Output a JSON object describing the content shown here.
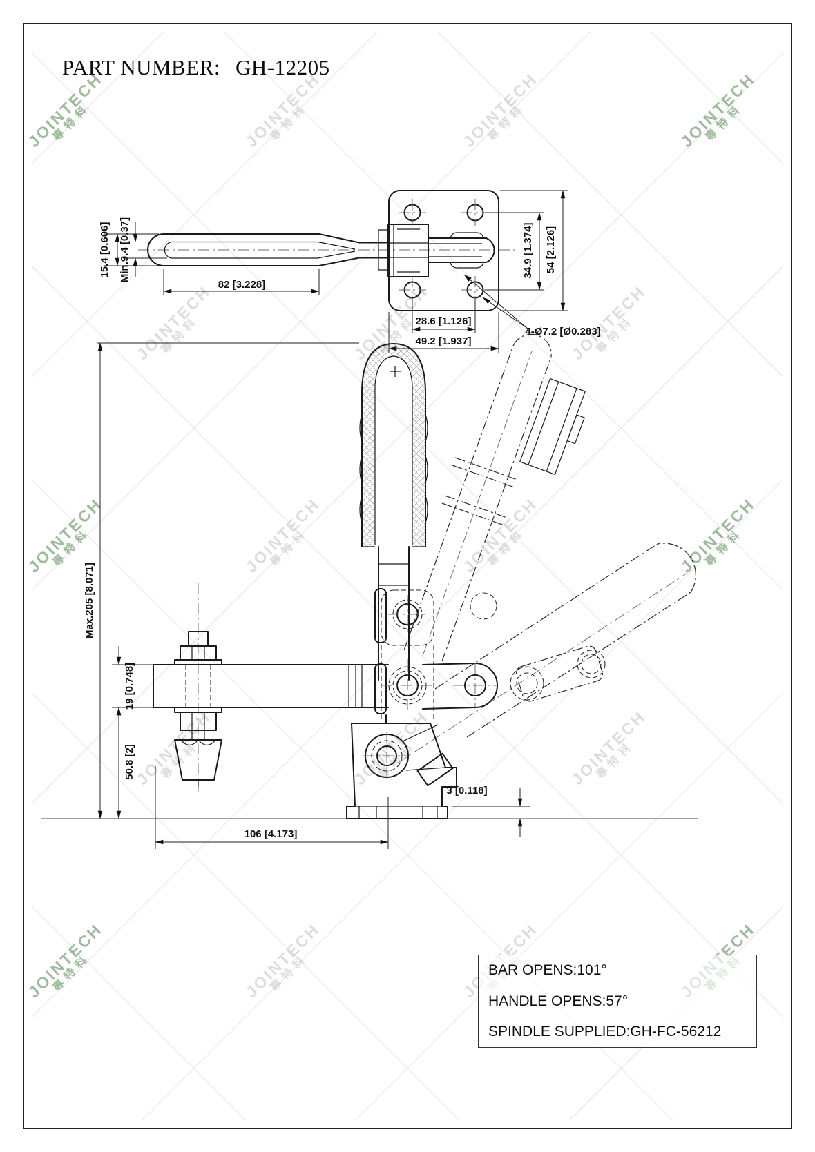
{
  "page": {
    "title_label": "PART NUMBER:",
    "title_value": "GH-12205"
  },
  "watermark": {
    "text": "JOINTECH",
    "subtext": "專特科",
    "edge_color": "#8fae8c",
    "faint_color": "#b9bfb8"
  },
  "colors": {
    "line": "#1a1a1a",
    "centerline": "#6e6e6e",
    "dim_text": "#111111"
  },
  "top_view": {
    "dims": {
      "bar_width_outer": "15.4 [0.606]",
      "bar_width_inner": "Min.9.4 [0.37]",
      "bar_length": "82 [3.228]",
      "hole_span_vertical": "34.9 [1.374]",
      "plate_height": "54 [2.126]",
      "hole_span_horizontal": "28.6 [1.126]",
      "plate_width": "49.2 [1.937]",
      "mounting_holes": "4-Ø7.2 [Ø0.283]"
    }
  },
  "main_view": {
    "dims": {
      "max_height": "Max.205 [8.071]",
      "arm_thickness": "19 [0.748]",
      "arm_clearance": "50.8 [2]",
      "base_length": "106 [4.173]",
      "flange_thickness": "3 [0.118]"
    }
  },
  "notes_table": {
    "rows": [
      "BAR OPENS:101°",
      "HANDLE OPENS:57°",
      "SPINDLE SUPPLIED:GH-FC-56212"
    ]
  }
}
